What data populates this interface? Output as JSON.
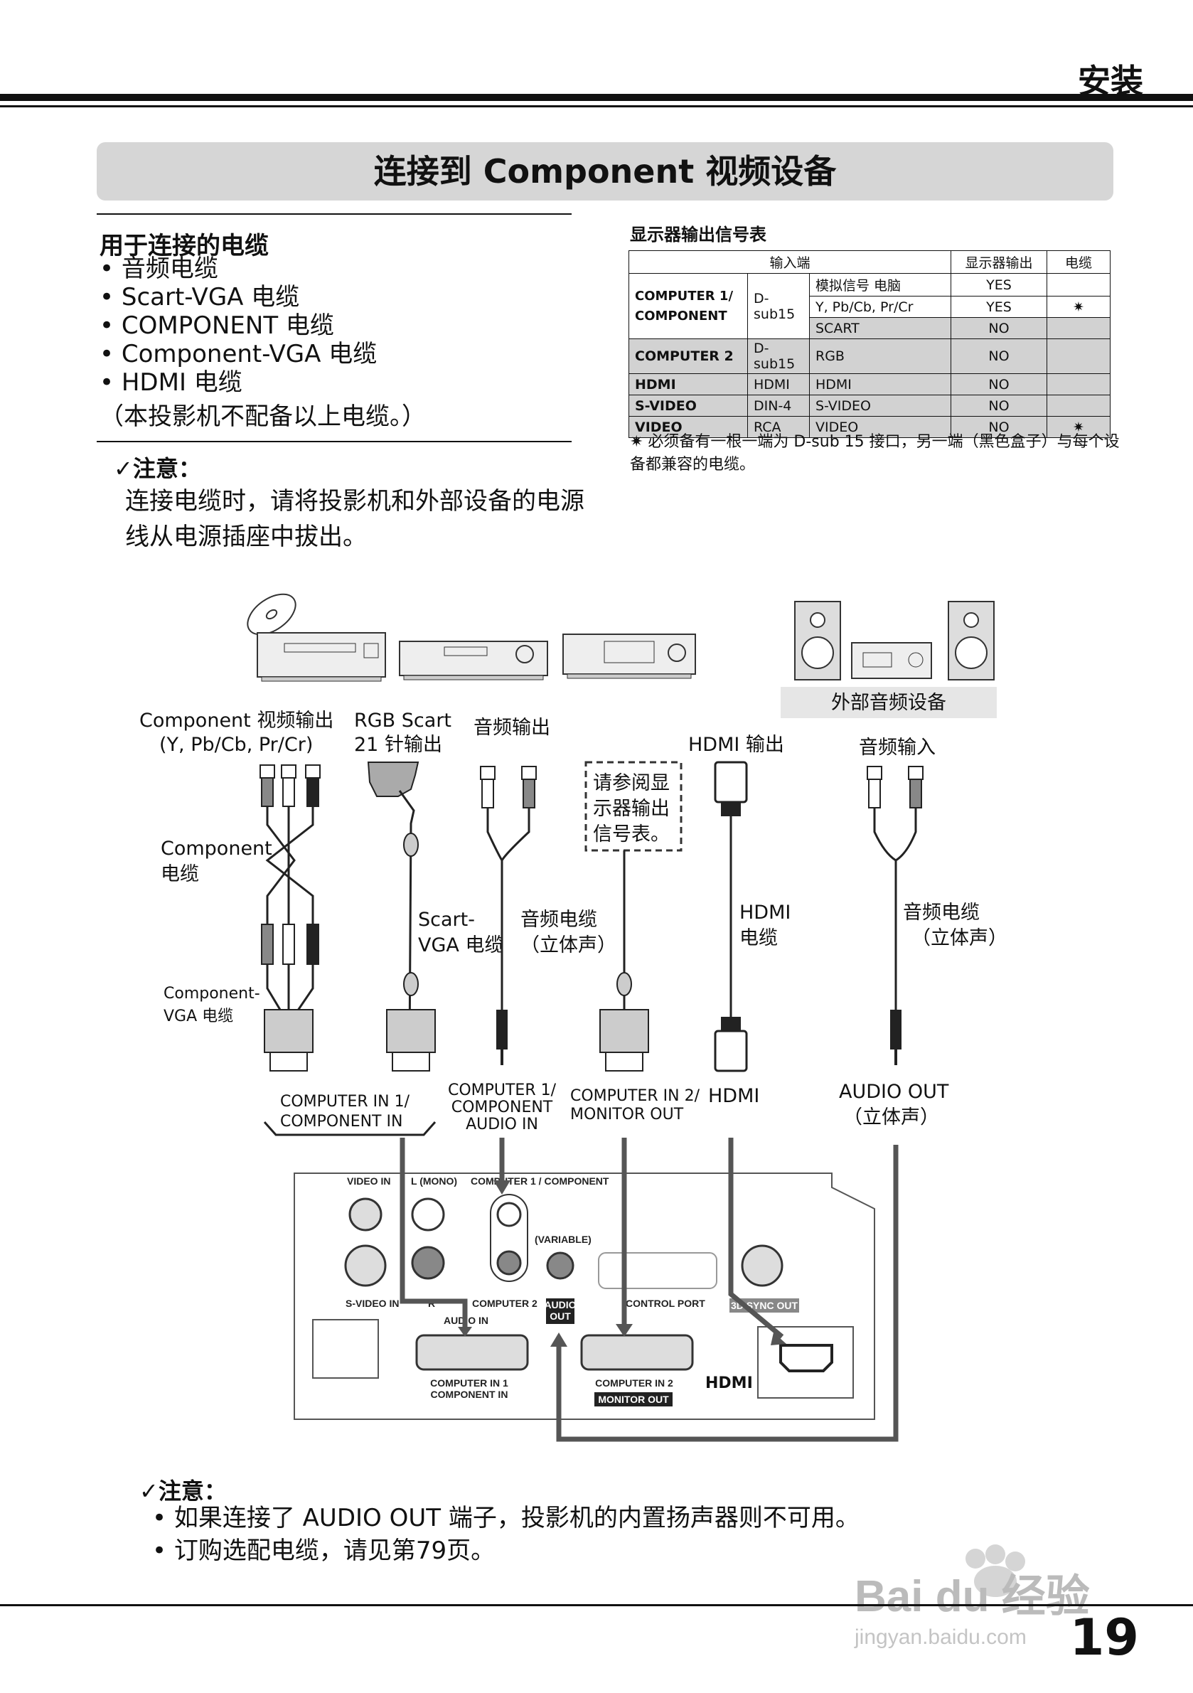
{
  "header": {
    "section": "安装"
  },
  "banner": {
    "title": "连接到 Component 视频设备"
  },
  "cables": {
    "heading": "用于连接的电缆",
    "items": [
      "• 音频电缆",
      "• Scart-VGA 电缆",
      "• COMPONENT 电缆",
      "• Component-VGA 电缆",
      "• HDMI 电缆"
    ],
    "note": "（本投影机不配备以上电缆。）"
  },
  "note1": {
    "label": "✓注意：",
    "text": "连接电缆时，请将投影机和外部设备的电源线从电源插座中拔出。"
  },
  "signal_table": {
    "caption": "显示器输出信号表",
    "headers": [
      "输入端",
      "显示器输出",
      "电缆"
    ],
    "rows": [
      {
        "input": "COMPUTER 1/ COMPONENT",
        "connector": "D-sub15",
        "signal": "模拟信号 电脑",
        "output": "YES",
        "cable": ""
      },
      {
        "input": "",
        "connector": "",
        "signal": "Y, Pb/Cb, Pr/Cr",
        "output": "YES",
        "cable": "✷"
      },
      {
        "input": "",
        "connector": "",
        "signal": "SCART",
        "output": "NO",
        "cable": ""
      },
      {
        "input": "COMPUTER 2",
        "connector": "D-sub15",
        "signal": "RGB",
        "output": "NO",
        "cable": ""
      },
      {
        "input": "HDMI",
        "connector": "HDMI",
        "signal": "HDMI",
        "output": "NO",
        "cable": ""
      },
      {
        "input": "S-VIDEO",
        "connector": "DIN-4",
        "signal": "S-VIDEO",
        "output": "NO",
        "cable": ""
      },
      {
        "input": "VIDEO",
        "connector": "RCA",
        "signal": "VIDEO",
        "output": "NO",
        "cable": "✷"
      }
    ],
    "footnote": "✷ 必须备有一根一端为 D-sub 15 接口，另一端（黑色盒子）与每个设备都兼容的电缆。"
  },
  "diagram": {
    "external_audio": "外部音频设备",
    "component_out_1": "Component 视频输出",
    "component_out_2": "(Y, Pb/Cb, Pr/Cr)",
    "rgb_scart_1": "RGB Scart",
    "rgb_scart_2": "21 针输出",
    "audio_out": "音频输出",
    "see_table_1": "请参阅显",
    "see_table_2": "示器输出",
    "see_table_3": "信号表。",
    "hdmi_out": "HDMI 输出",
    "audio_in": "音频输入",
    "component_cable_1": "Component",
    "component_cable_2": "电缆",
    "scart_vga_1": "Scart-",
    "scart_vga_2": "VGA 电缆",
    "audio_cable_1": "音频电缆",
    "audio_cable_2": "（立体声）",
    "hdmi_cable_1": "HDMI",
    "hdmi_cable_2": "电缆",
    "audio_cable_r1": "音频电缆",
    "audio_cable_r2": "（立体声）",
    "component_vga_1": "Component-",
    "component_vga_2": "VGA  电缆",
    "computer_in1_1": "COMPUTER IN 1/",
    "computer_in1_2": "COMPONENT IN",
    "comp1_audio_1": "COMPUTER 1/",
    "comp1_audio_2": "COMPONENT",
    "comp1_audio_3": "AUDIO IN",
    "computer_in2_1": "COMPUTER IN 2/",
    "computer_in2_2": "MONITOR OUT",
    "hdmi_port": "HDMI",
    "audio_out_port_1": "AUDIO OUT",
    "audio_out_port_2": "（立体声）",
    "panel": {
      "video_in": "VIDEO IN",
      "l_mono": "L (MONO)",
      "comp1_component": "COMPUTER 1 / COMPONENT",
      "variable": "(VARIABLE)",
      "svideo_in": "S-VIDEO IN",
      "r": "R",
      "computer2": "COMPUTER 2",
      "audio_in_lbl": "AUDIO IN",
      "audio_out_1": "AUDIO",
      "audio_out_2": "OUT",
      "control_port": "CONTROL PORT",
      "sync_out": "3D SYNC OUT",
      "ci1_1": "COMPUTER IN 1",
      "ci1_2": "COMPONENT IN",
      "ci2_1": "COMPUTER IN 2",
      "ci2_2": "MONITOR OUT",
      "hdmi_logo": "HDMI"
    }
  },
  "note2": {
    "label": "✓注意：",
    "items": [
      "• 如果连接了 AUDIO OUT 端子，投影机的内置扬声器则不可用。",
      "• 订购选配电缆，请见第79页。"
    ]
  },
  "footer": {
    "page": "19"
  },
  "watermark": {
    "brand": "Bai du 经验",
    "url": "jingyan.baidu.com"
  }
}
